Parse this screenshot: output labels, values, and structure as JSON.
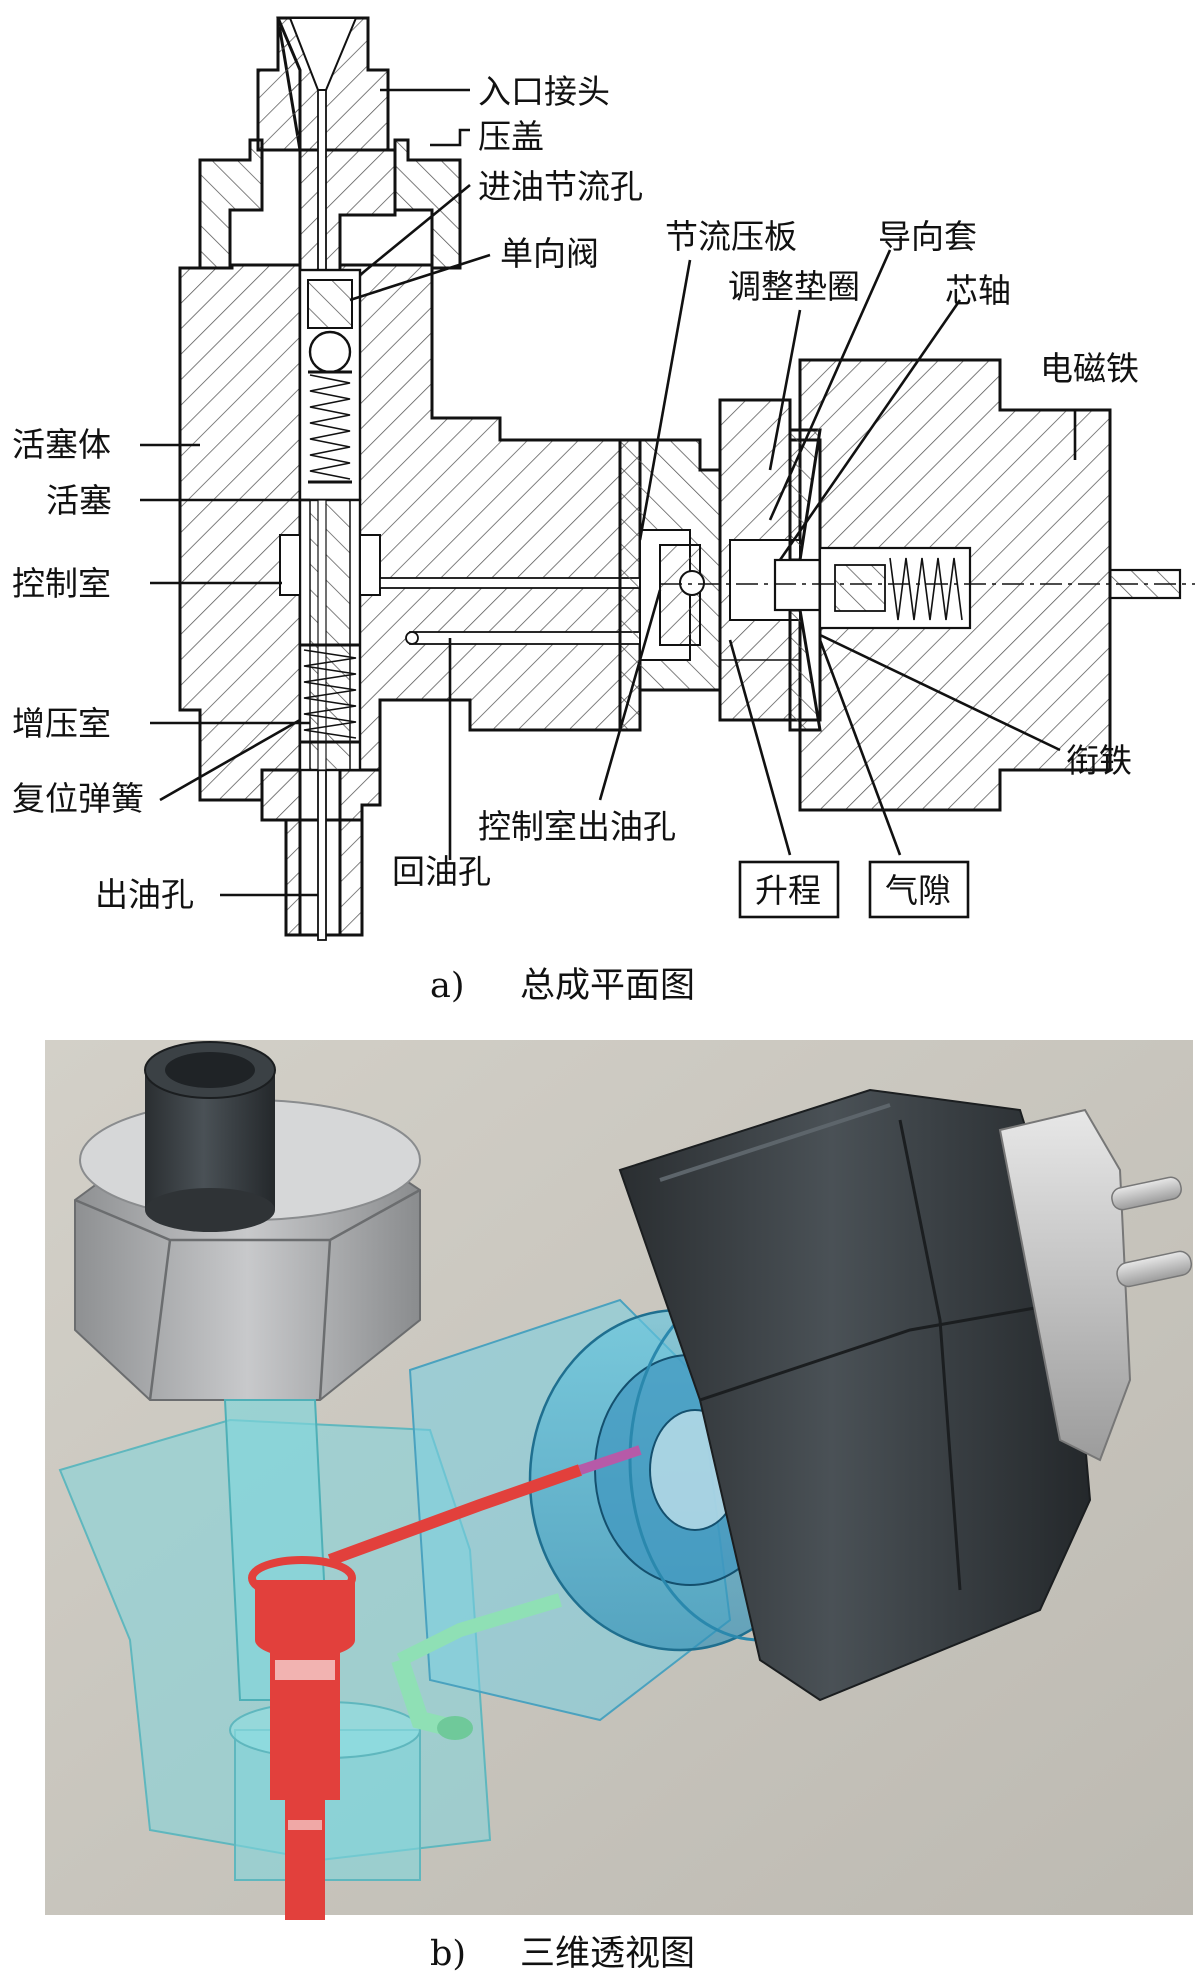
{
  "figure_a": {
    "caption_letter": "a)",
    "caption_text": "总成平面图",
    "labels": {
      "inlet_fitting": "入口接头",
      "gland": "压盖",
      "inlet_orifice": "进油节流孔",
      "check_valve": "单向阀",
      "throttle_plate": "节流压板",
      "guide_sleeve": "导向套",
      "shim": "调整垫圈",
      "mandrel": "芯轴",
      "electromagnet": "电磁铁",
      "piston_body": "活塞体",
      "piston": "活塞",
      "control_chamber": "控制室",
      "boost_chamber": "增压室",
      "return_spring": "复位弹簧",
      "outlet_hole": "出油孔",
      "return_hole": "回油孔",
      "control_chamber_outlet": "控制室出油孔",
      "armature": "衔铁",
      "lift": "升程",
      "air_gap": "气隙"
    }
  },
  "figure_b": {
    "caption_letter": "b)",
    "caption_text": "三维透视图"
  },
  "colors": {
    "line": "#111111",
    "hatch": "#555555",
    "photo_bg": "#c9c6be",
    "transparent_body": "#7fd6dc",
    "cap_dark": "#2f3336",
    "nut_gray": "#a7a9ab",
    "fluid_red": "#e2403c",
    "return_green": "#8fe0b5"
  }
}
